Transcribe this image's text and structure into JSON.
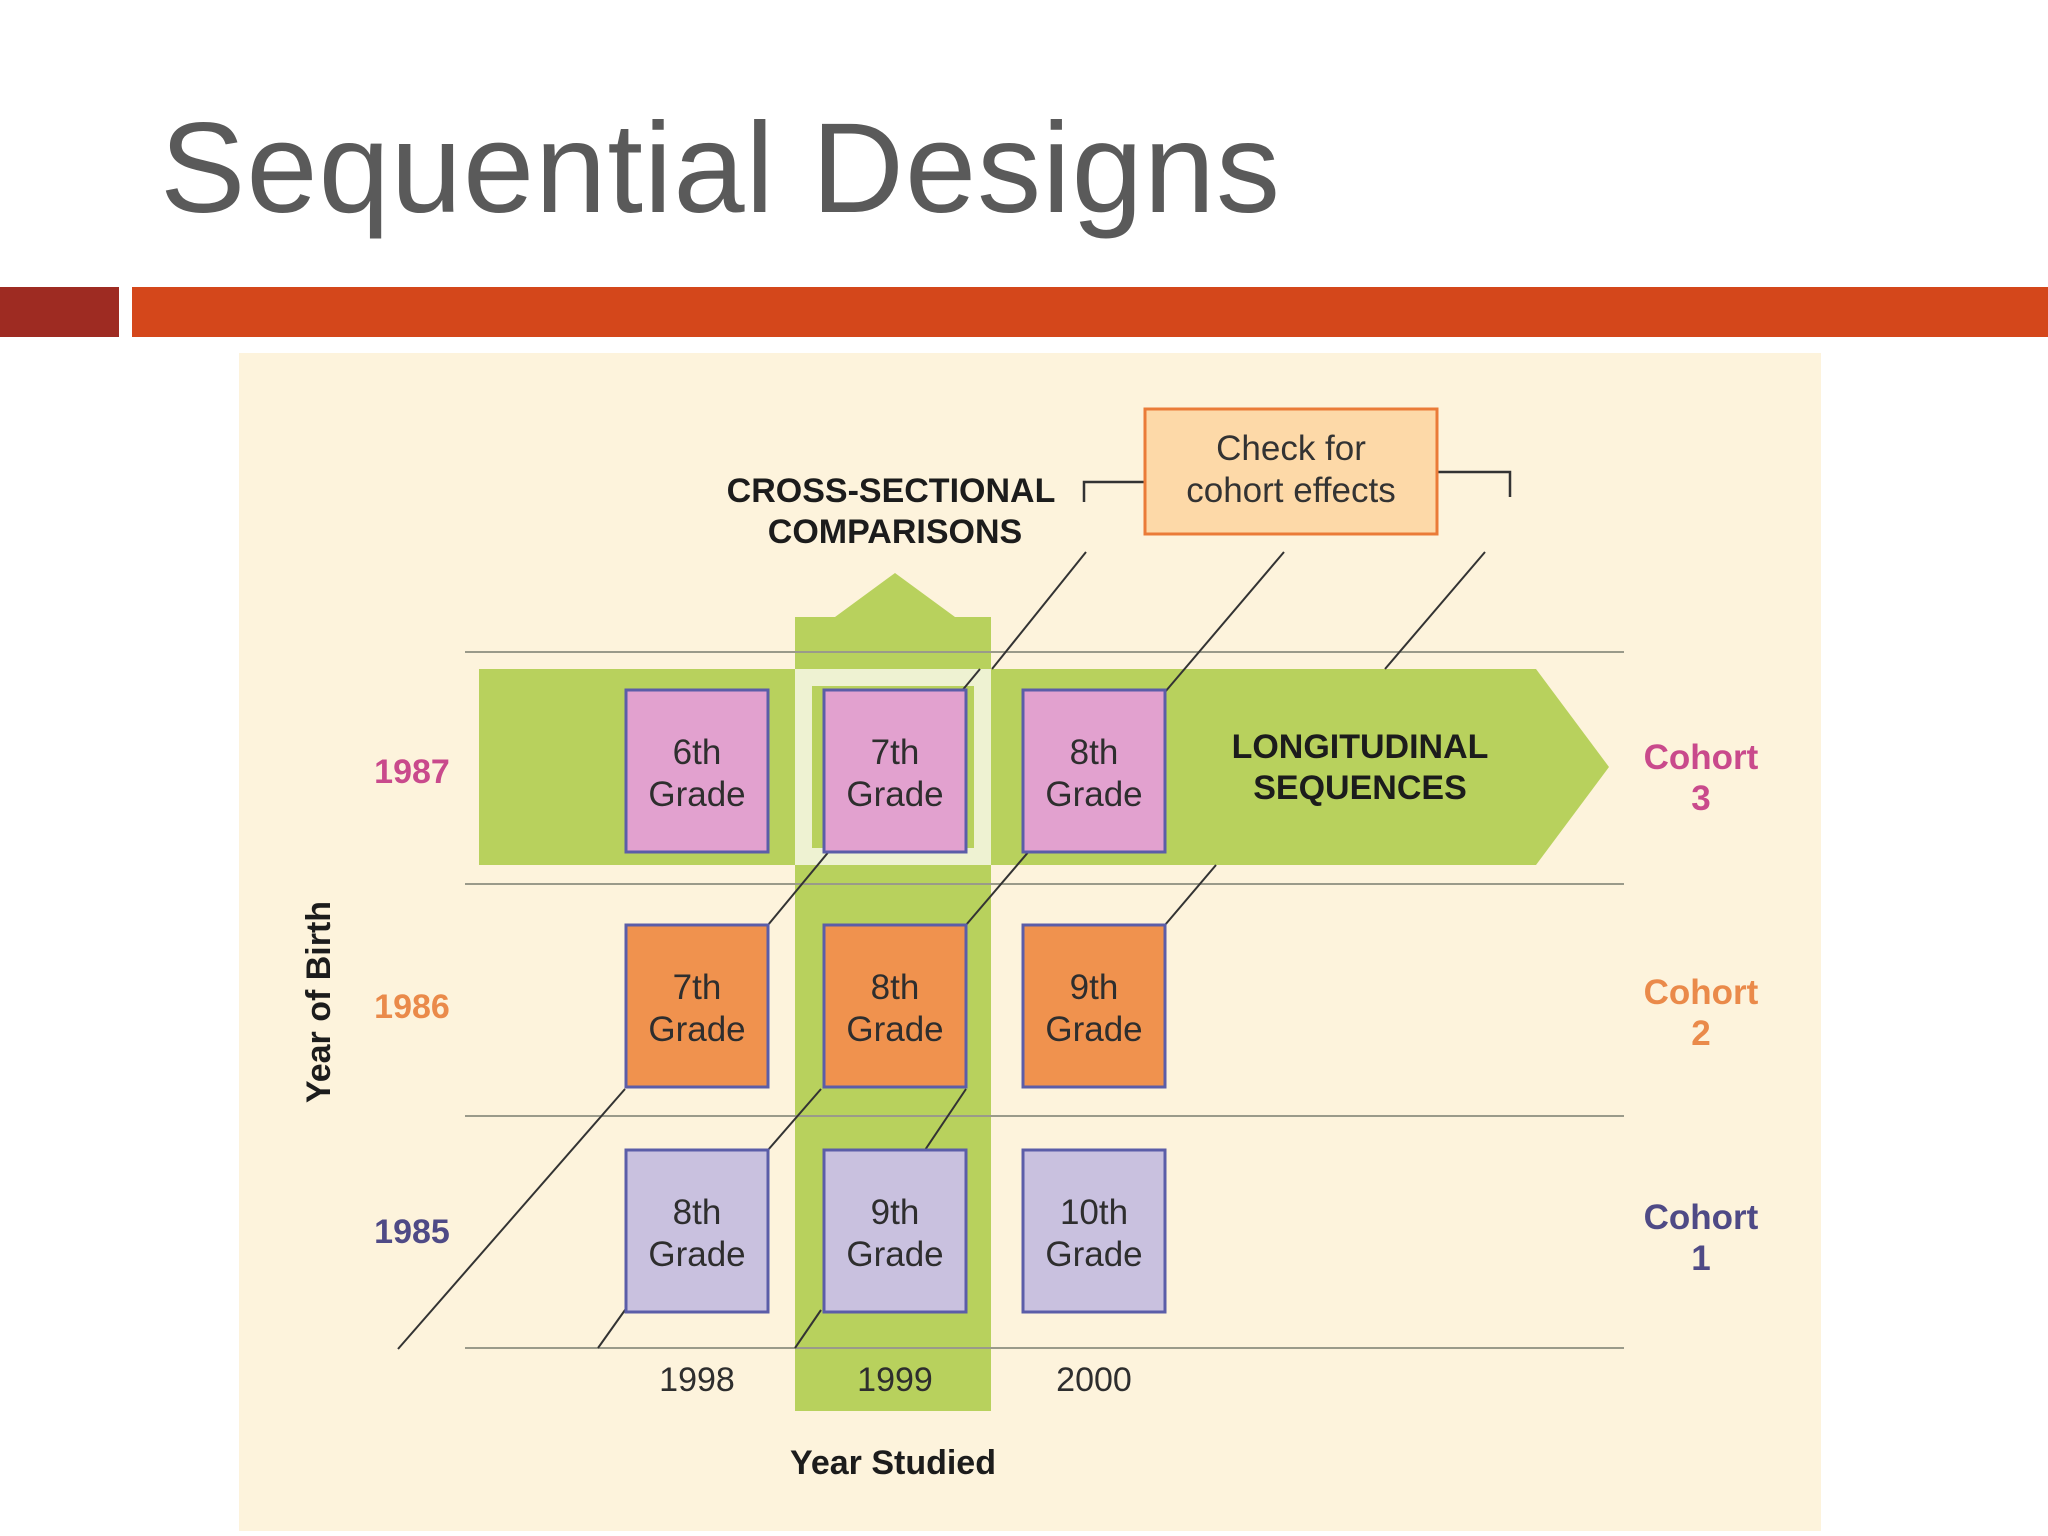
{
  "slide": {
    "title": "Sequential Designs"
  },
  "diagram": {
    "cross_sectional_label": [
      "CROSS-SECTIONAL",
      "COMPARISONS"
    ],
    "check_box_label": [
      "Check for",
      "cohort effects"
    ],
    "longitudinal_label": [
      "LONGITUDINAL",
      "SEQUENCES"
    ],
    "y_axis_label": "Year of Birth",
    "x_axis_label": "Year Studied",
    "years_studied": [
      "1998",
      "1999",
      "2000"
    ],
    "colors": {
      "background": "#fdf3dc",
      "green": "#b8d15d",
      "green_light": "#eef2d2",
      "check_fill": "#fdd9a8",
      "check_border": "#ea7b38",
      "cohort3": "#c94a8c",
      "cohort2": "#ea7b38",
      "cohort1": "#4f4a86"
    },
    "rows": [
      {
        "birth_year": "1987",
        "cohort_label": [
          "Cohort",
          "3"
        ],
        "fill": "#e2a1cf",
        "border": "#5b5da8",
        "label_color": "#c94a8c",
        "cells": [
          [
            "6th",
            "Grade"
          ],
          [
            "7th",
            "Grade"
          ],
          [
            "8th",
            "Grade"
          ]
        ]
      },
      {
        "birth_year": "1986",
        "cohort_label": [
          "Cohort",
          "2"
        ],
        "fill": "#f0924e",
        "border": "#5b5da8",
        "label_color": "#ea8a4a",
        "cells": [
          [
            "7th",
            "Grade"
          ],
          [
            "8th",
            "Grade"
          ],
          [
            "9th",
            "Grade"
          ]
        ]
      },
      {
        "birth_year": "1985",
        "cohort_label": [
          "Cohort",
          "1"
        ],
        "fill": "#c9c1df",
        "border": "#5b5da8",
        "label_color": "#4f4a86",
        "cells": [
          [
            "8th",
            "Grade"
          ],
          [
            "9th",
            "Grade"
          ],
          [
            "10th",
            "Grade"
          ]
        ]
      }
    ]
  }
}
